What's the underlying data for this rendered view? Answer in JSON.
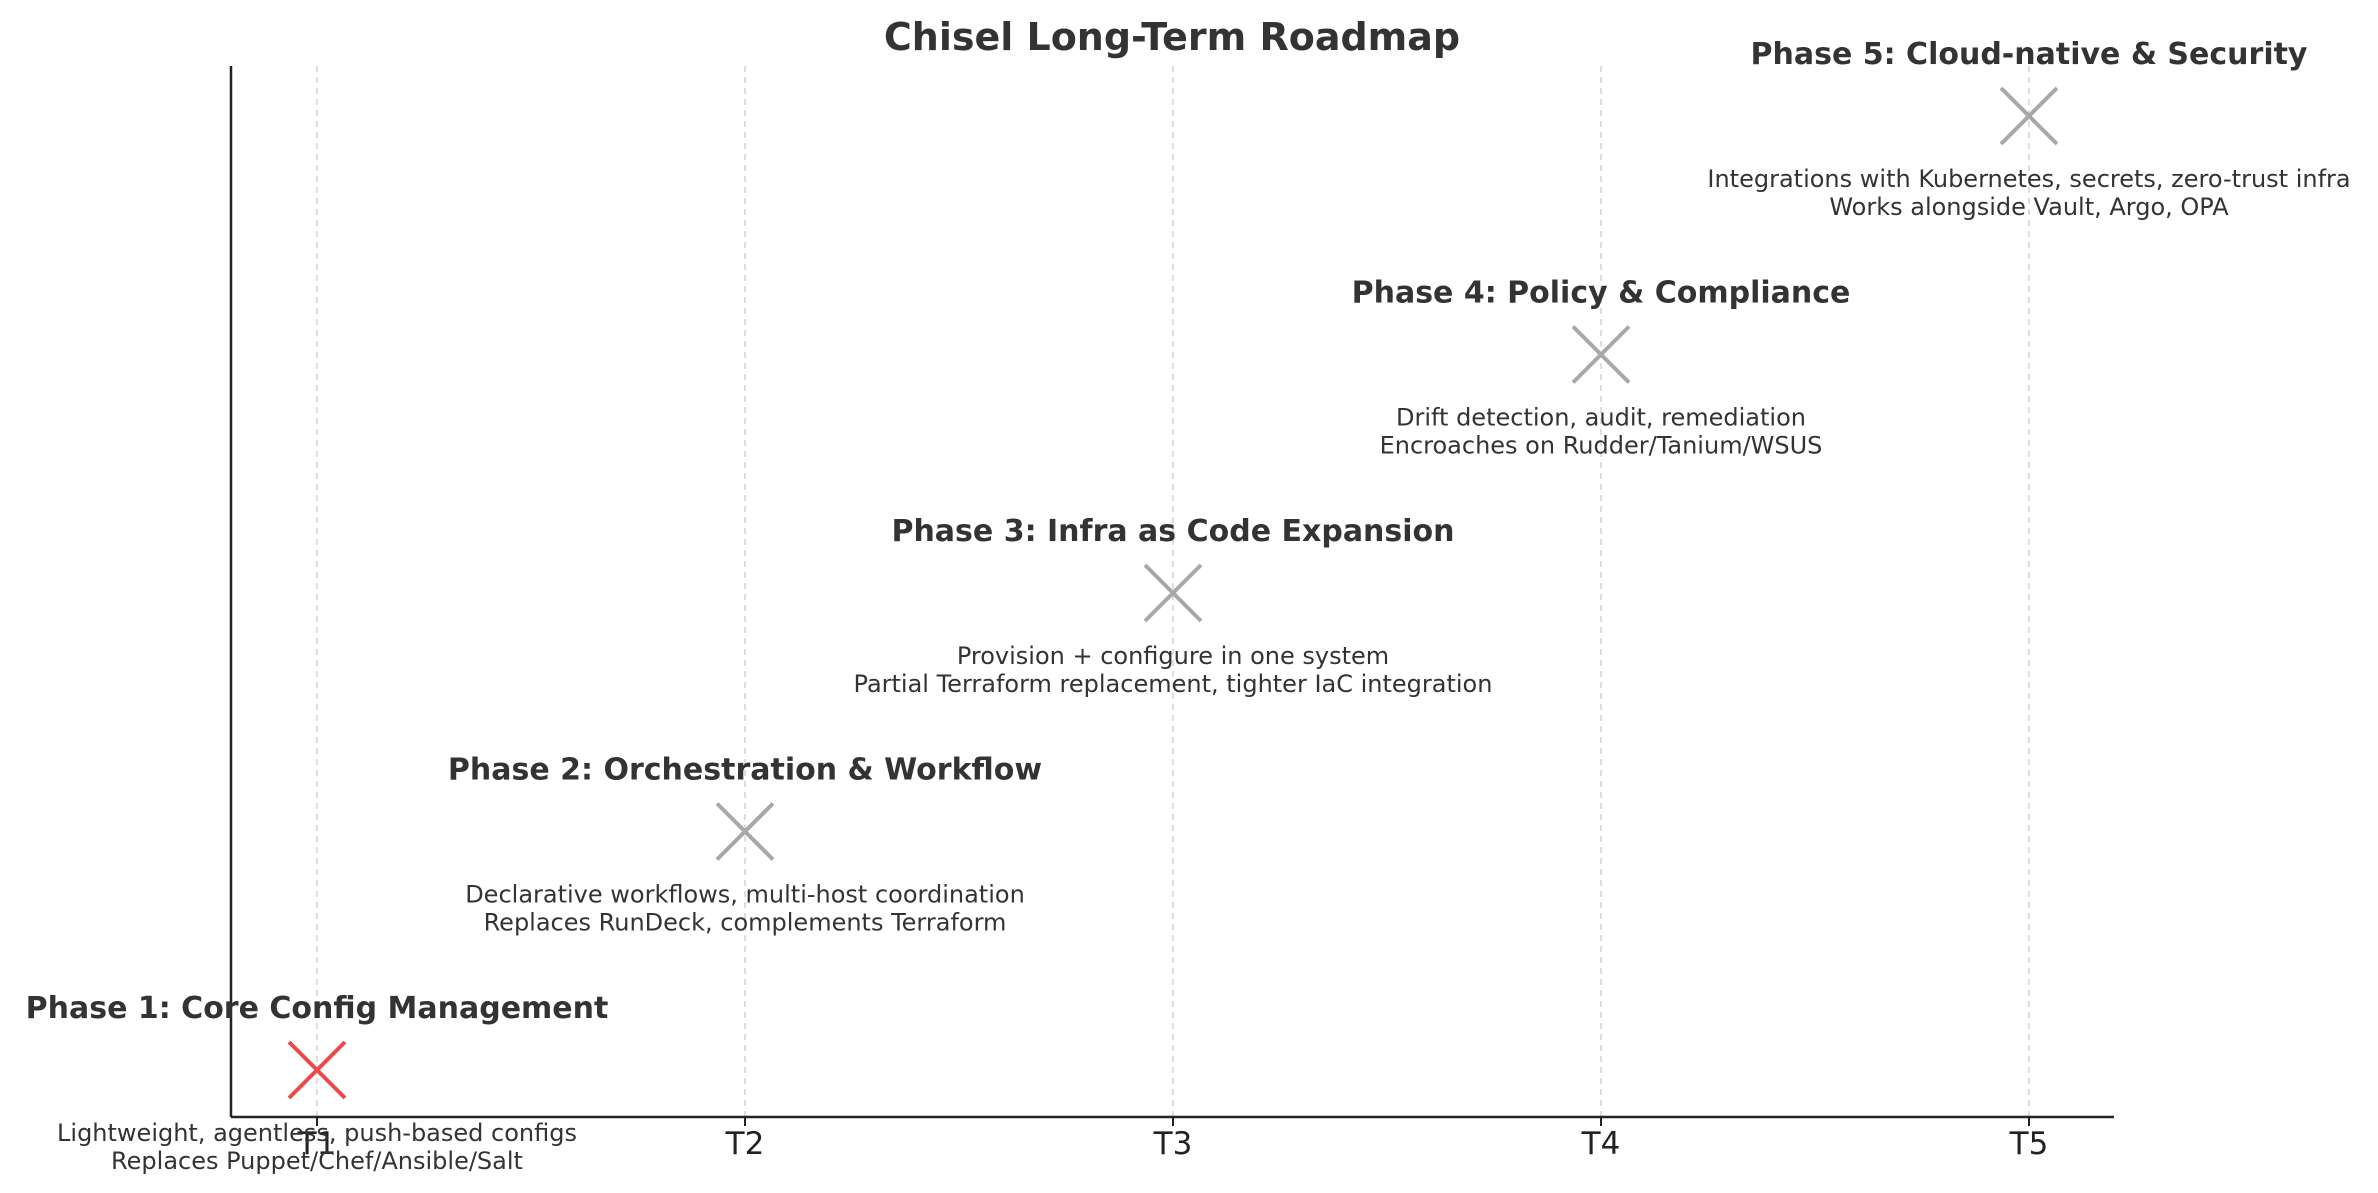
{
  "chart_data": {
    "type": "scatter",
    "title": "Chisel Long-Term Roadmap",
    "xlabel": "",
    "ylabel": "",
    "x_tick_labels": [
      "T1",
      "T2",
      "T3",
      "T4",
      "T5"
    ],
    "grid": "vertical dashed gridlines at each x tick",
    "marker": "x",
    "colors": {
      "highlight_marker": "#f04848",
      "default_marker": "#a8a8a8",
      "text": "#333333",
      "axis": "#222222",
      "grid": "#d4d4d4"
    },
    "phases": [
      {
        "x": "T1",
        "level": 1,
        "title": "Phase 1: Core Config Management",
        "lines": [
          "Lightweight, agentless, push-based configs",
          "Replaces Puppet/Chef/Ansible/Salt"
        ],
        "highlight": true
      },
      {
        "x": "T2",
        "level": 2,
        "title": "Phase 2: Orchestration & Workflow",
        "lines": [
          "Declarative workflows, multi-host coordination",
          "Replaces RunDeck, complements Terraform"
        ],
        "highlight": false
      },
      {
        "x": "T3",
        "level": 3,
        "title": "Phase 3: Infra as Code Expansion",
        "lines": [
          "Provision + configure in one system",
          "Partial Terraform replacement, tighter IaC integration"
        ],
        "highlight": false
      },
      {
        "x": "T4",
        "level": 4,
        "title": "Phase 4: Policy & Compliance",
        "lines": [
          "Drift detection, audit, remediation",
          "Encroaches on Rudder/Tanium/WSUS"
        ],
        "highlight": false
      },
      {
        "x": "T5",
        "level": 5,
        "title": "Phase 5: Cloud-native & Security",
        "lines": [
          "Integrations with Kubernetes, secrets, zero-trust infra",
          "Works alongside Vault, Argo, OPA"
        ],
        "highlight": false
      }
    ]
  }
}
